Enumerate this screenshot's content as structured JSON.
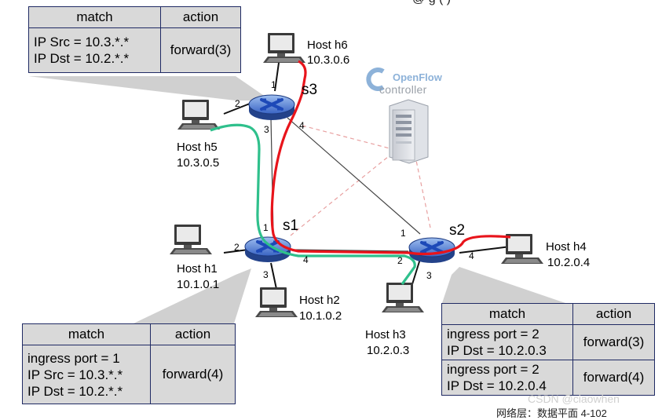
{
  "top_fragment": "@ g   (  )",
  "openflow": {
    "logo_text": "OpenFlow",
    "caption": "controller"
  },
  "switches": [
    {
      "id": "s3",
      "label": "s3"
    },
    {
      "id": "s1",
      "label": "s1"
    },
    {
      "id": "s2",
      "label": "s2"
    }
  ],
  "hosts": [
    {
      "id": "h6",
      "name": "Host h6",
      "ip": "10.3.0.6"
    },
    {
      "id": "h5",
      "name": "Host h5",
      "ip": "10.3.0.5"
    },
    {
      "id": "h1",
      "name": "Host h1",
      "ip": "10.1.0.1"
    },
    {
      "id": "h2",
      "name": "Host h2",
      "ip": "10.1.0.2"
    },
    {
      "id": "h3",
      "name": "Host h3",
      "ip": "10.2.0.3"
    },
    {
      "id": "h4",
      "name": "Host h4",
      "ip": "10.2.0.4"
    }
  ],
  "ports": {
    "s3_1": "1",
    "s3_2": "2",
    "s3_3": "3",
    "s3_4": "4",
    "s1_1": "1",
    "s1_2": "2",
    "s1_3": "3",
    "s1_4": "4",
    "s2_1": "1",
    "s2_2": "2",
    "s2_3": "3",
    "s2_4": "4"
  },
  "tables": {
    "s3": {
      "header_match": "match",
      "header_action": "action",
      "rows": [
        {
          "match": [
            "IP Src = 10.3.*.*",
            "IP Dst = 10.2.*.*"
          ],
          "action": "forward(3)"
        }
      ]
    },
    "s1": {
      "header_match": "match",
      "header_action": "action",
      "rows": [
        {
          "match": [
            "ingress port = 1",
            "IP Src = 10.3.*.*",
            "IP Dst = 10.2.*.*"
          ],
          "action": "forward(4)"
        }
      ]
    },
    "s2": {
      "header_match": "match",
      "header_action": "action",
      "rows": [
        {
          "match": [
            "ingress port = 2",
            "IP Dst = 10.2.0.3"
          ],
          "action": "forward(3)"
        },
        {
          "match": [
            "ingress port = 2",
            "IP Dst = 10.2.0.4"
          ],
          "action": "forward(4)"
        }
      ]
    }
  },
  "colors": {
    "red_path": "#e8141b",
    "green_path": "#2fc08c",
    "control_link": "#e8a0a0",
    "switch_body": "#2c52a8",
    "switch_x": "#4a79d6",
    "table_bg": "#d9d9d9",
    "table_border": "#1f2a63"
  },
  "watermark": "CSDN @ciaowhen",
  "bottom_text": "网络层：数据平面 4-102"
}
